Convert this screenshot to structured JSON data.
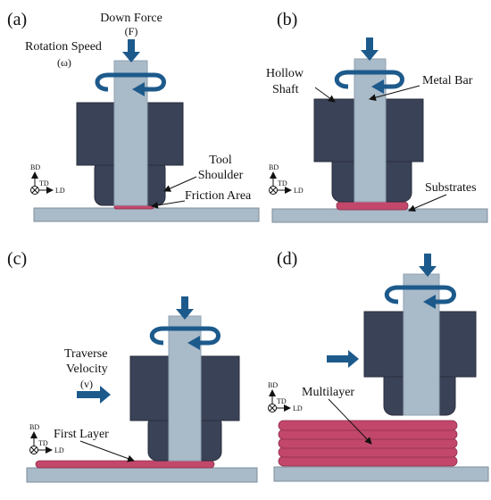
{
  "colors": {
    "housing": "#3a4257",
    "housing_edge": "#2a2f3e",
    "shaft": "#a9bac8",
    "shaft_edge": "#8fa1b0",
    "substrate": "#a9bac8",
    "substrate_edge": "#7d8d9b",
    "deposit": "#c2476a",
    "deposit_edge": "#8e2f4d",
    "arrow": "#1d5a8c",
    "leader": "#111111"
  },
  "panels": [
    {
      "id": "a",
      "label": "(a)",
      "annotations": {
        "down_force": "Down Force",
        "force_symbol": "(F)",
        "rotation_speed": "Rotation Speed",
        "omega_symbol": "(ω)",
        "tool_shoulder_line1": "Tool",
        "tool_shoulder_line2": "Shoulder",
        "friction_area": "Friction Area"
      }
    },
    {
      "id": "b",
      "label": "(b)",
      "annotations": {
        "hollow_shaft_line1": "Hollow",
        "hollow_shaft_line2": "Shaft",
        "metal_bar": "Metal Bar",
        "substrates": "Substrates"
      }
    },
    {
      "id": "c",
      "label": "(c)",
      "annotations": {
        "traverse_line1": "Traverse",
        "traverse_line2": "Velocity",
        "velocity_symbol": "(v)",
        "first_layer": "First Layer"
      }
    },
    {
      "id": "d",
      "label": "(d)",
      "annotations": {
        "multilayer": "Multilayer"
      }
    }
  ],
  "axes_legend": {
    "bd": "BD",
    "td": "TD",
    "ld": "LD"
  }
}
